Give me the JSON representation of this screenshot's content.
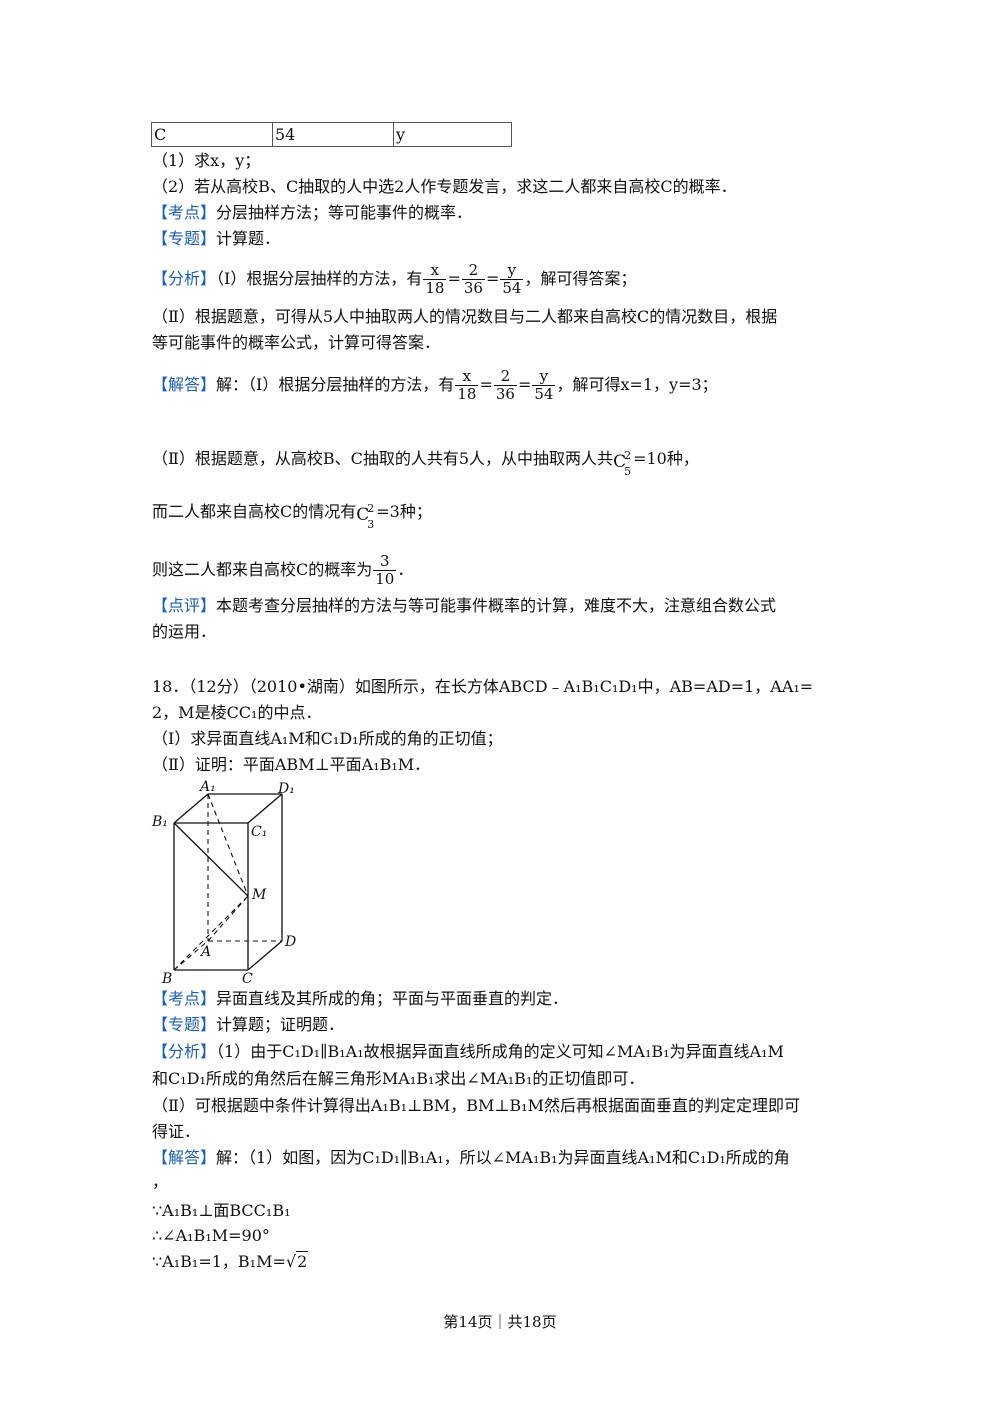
{
  "table_row": {
    "c1": "C",
    "c2": "54",
    "c3": "y"
  },
  "q17": {
    "part1": "（1）求x，y；",
    "part2": "（2）若从高校B、C抽取的人中选2人作专题发言，求这二人都来自高校C的概率．",
    "kaodian_tag": "【考点】",
    "kaodian": "分层抽样方法；等可能事件的概率．",
    "zhuanti_tag": "【专题】",
    "zhuanti": "计算题．",
    "fenxi_tag": "【分析】",
    "fenxi1_pre": "（Ⅰ）根据分层抽样的方法，有",
    "fenxi1_post": "，解可得答案；",
    "fenxi2": "（Ⅱ）根据题意，可得从5人中抽取两人的情况数目与二人都来自高校C的情况数目，根据",
    "fenxi3": "等可能事件的概率公式，计算可得答案．",
    "jieda_tag": "【解答】",
    "jieda1_pre": "解：（Ⅰ）根据分层抽样的方法，有",
    "jieda1_post": "，解可得x=1，y=3；",
    "frac_a": {
      "n": "x",
      "d": "18"
    },
    "frac_b": {
      "n": "2",
      "d": "36"
    },
    "frac_c": {
      "n": "y",
      "d": "54"
    },
    "eq": "=",
    "jieda2_pre": "（Ⅱ）根据题意，从高校B、C抽取的人共有5人，从中抽取两人共",
    "jieda2_post": "=10种，",
    "comb1": {
      "c": "C",
      "up": "2",
      "low": "5"
    },
    "jieda3_pre": "而二人都来自高校C的情况有",
    "jieda3_post": "=3种；",
    "comb2": {
      "c": "C",
      "up": "2",
      "low": "3"
    },
    "jieda4_pre": "则这二人都来自高校C的概率为",
    "jieda4_post": "．",
    "prob": {
      "n": "3",
      "d": "10"
    },
    "dianping_tag": "【点评】",
    "dianping1": "本题考查分层抽样的方法与等可能事件概率的计算，难度不大，注意组合数公式",
    "dianping2": "的运用．"
  },
  "q18": {
    "head": "18．（12分）（2010•湖南）如图所示，在长方体ABCD﹣A₁B₁C₁D₁中，AB=AD=1，AA₁=",
    "head2": "2，M是棱CC₁的中点．",
    "part1": "（Ⅰ）求异面直线A₁M和C₁D₁所成的角的正切值；",
    "part2": "（Ⅱ）证明：平面ABM⊥平面A₁B₁M．",
    "figure_labels": {
      "A1": "A₁",
      "D1": "D₁",
      "B1": "B₁",
      "C1": "C₁",
      "M": "M",
      "D": "D",
      "A": "A",
      "B": "B",
      "C": "C"
    },
    "kaodian_tag": "【考点】",
    "kaodian": "异面直线及其所成的角；平面与平面垂直的判定．",
    "zhuanti_tag": "【专题】",
    "zhuanti": "计算题；证明题．",
    "fenxi_tag": "【分析】",
    "fenxi1": "（1）由于C₁D₁∥B₁A₁故根据异面直线所成角的定义可知∠MA₁B₁为异面直线A₁M",
    "fenxi2": "和C₁D₁所成的角然后在解三角形MA₁B₁求出∠MA₁B₁的正切值即可．",
    "fenxi3": "（Ⅱ）可根据题中条件计算得出A₁B₁⊥BM，BM⊥B₁M然后再根据面面垂直的判定定理即可",
    "fenxi4": "得证．",
    "jieda_tag": "【解答】",
    "jieda1": "解：（1）如图，因为C₁D₁∥B₁A₁，所以∠MA₁B₁为异面直线A₁M和C₁D₁所成的角",
    "jieda2": "，",
    "jieda3": "∵A₁B₁⊥面BCC₁B₁",
    "jieda4": "∴∠A₁B₁M=90°",
    "jieda5_pre": "∵A₁B₁=1，B₁M=",
    "sqrt_sign": "√",
    "sqrt_val": "2"
  },
  "footer": "第14页｜共18页"
}
